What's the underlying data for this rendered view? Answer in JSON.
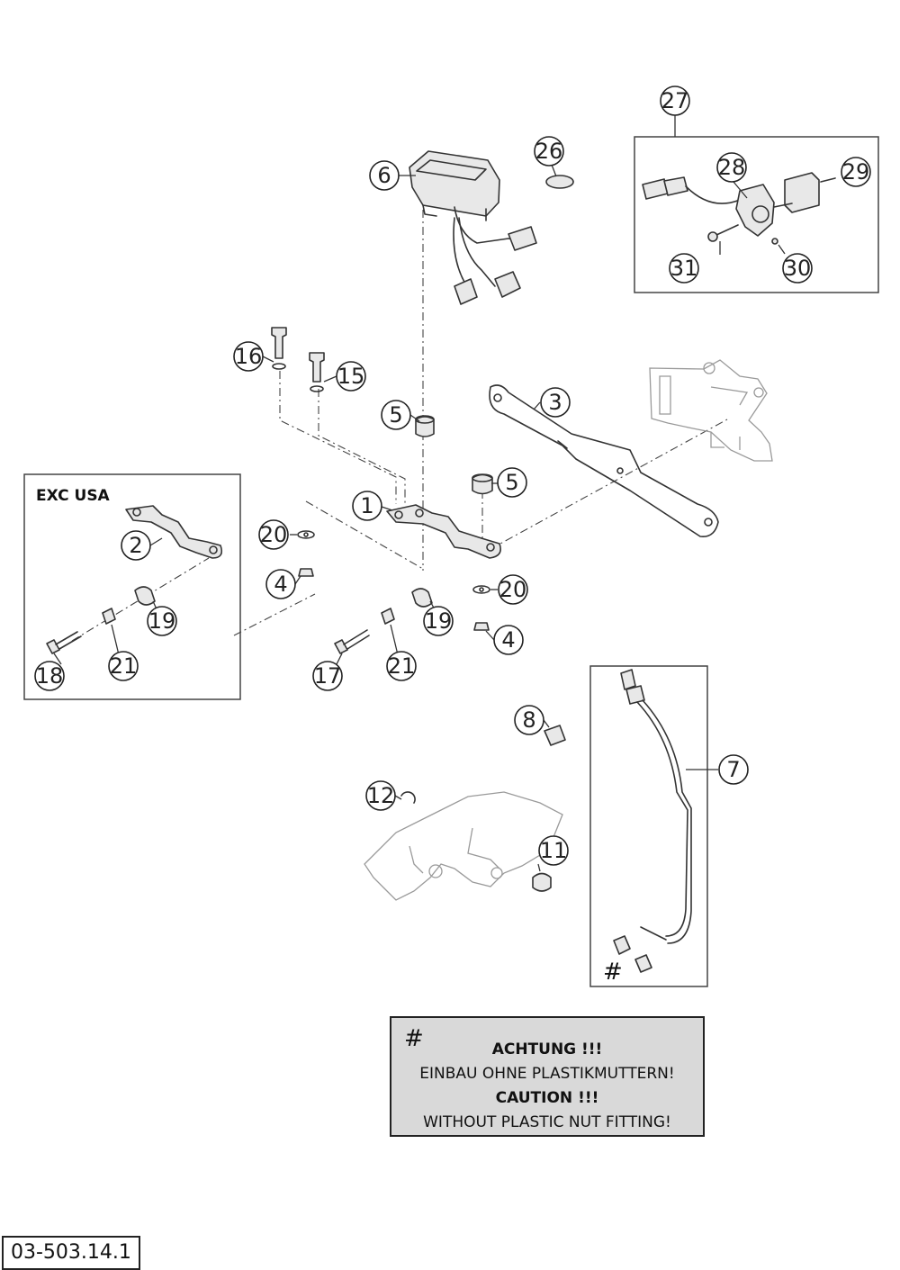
{
  "callouts": [
    "1",
    "2",
    "3",
    "4",
    "5",
    "6",
    "7",
    "8",
    "11",
    "12",
    "15",
    "16",
    "17",
    "18",
    "19",
    "20",
    "21",
    "26",
    "27",
    "28",
    "29",
    "30",
    "31"
  ],
  "boxes": {
    "exc_usa_label": "EXC USA"
  },
  "hash_symbol": "#",
  "note": {
    "symbol": "#",
    "line1": "ACHTUNG !!!",
    "line2": "EINBAU OHNE PLASTIKMUTTERN!",
    "line3": "CAUTION !!!",
    "line4": "WITHOUT PLASTIC NUT FITTING!"
  },
  "document_number": "03-503.14.1"
}
